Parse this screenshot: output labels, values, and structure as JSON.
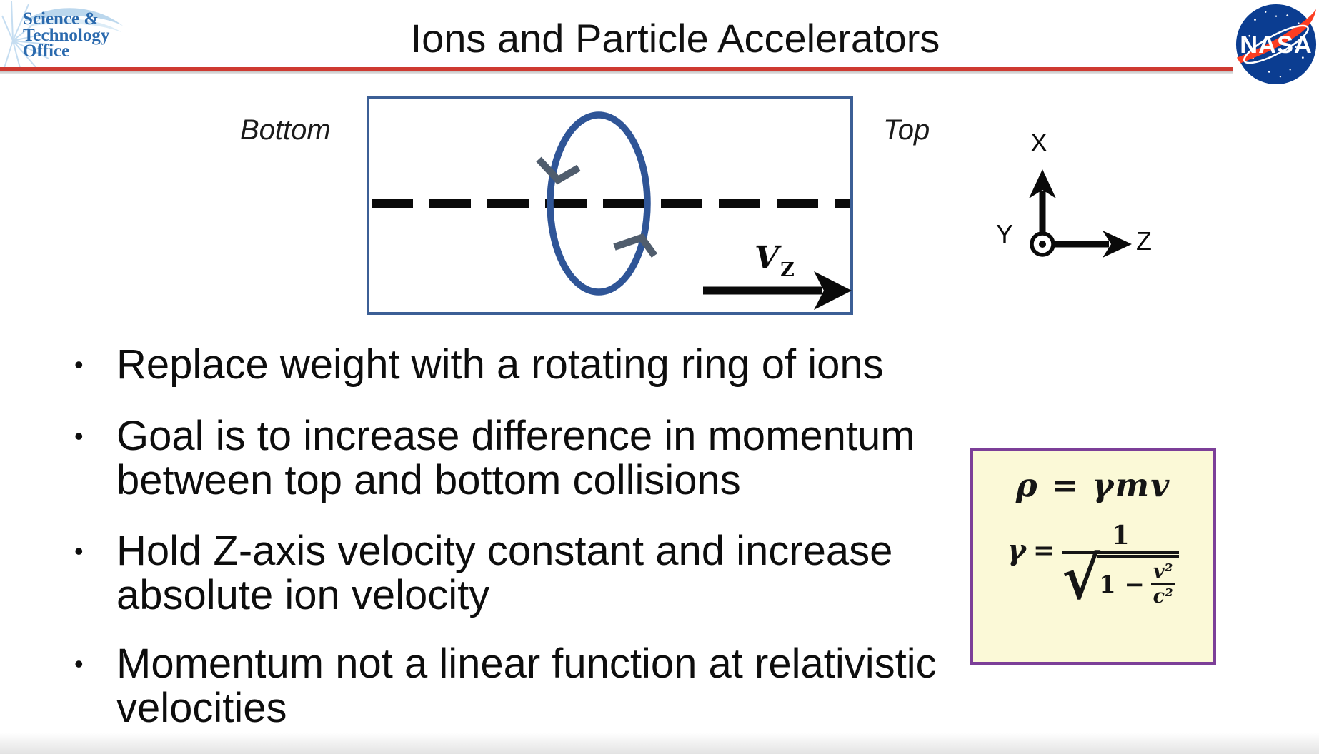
{
  "header": {
    "org_logo": {
      "line1": "Science &",
      "line2": "Technology",
      "line3": "Office"
    },
    "title": "Ions and Particle Accelerators",
    "nasa_wordmark": "NASA",
    "rule_color": "#CE3A31"
  },
  "diagram": {
    "bottom_label": "Bottom",
    "top_label": "Top",
    "velocity_symbol": "V",
    "velocity_subscript": "Z",
    "colors": {
      "chamber_border": "#3C5F96",
      "ion_ring": "#2F5597",
      "rotation_arrows": "#505D6D",
      "dashed_axis": "#0A0A0A"
    }
  },
  "axes": {
    "x": "X",
    "y": "Y",
    "z": "Z"
  },
  "bullets": {
    "marker": "•",
    "items": [
      "Replace weight with a rotating ring of ions",
      "Goal is to increase difference in momentum\nbetween top and bottom collisions",
      "Hold Z-axis velocity constant and increase\nabsolute ion velocity",
      "Momentum not a linear function at relativistic\nvelocities"
    ]
  },
  "formula_box": {
    "background": "#FBF9D7",
    "border_color": "#7C3F98",
    "momentum_equation": "ρ = γmv",
    "gamma": {
      "symbol": "γ",
      "equals": "=",
      "numerator": "1",
      "one_minus": "1 −",
      "radical": "√",
      "v_sq": "v²",
      "c_sq": "c²"
    }
  }
}
